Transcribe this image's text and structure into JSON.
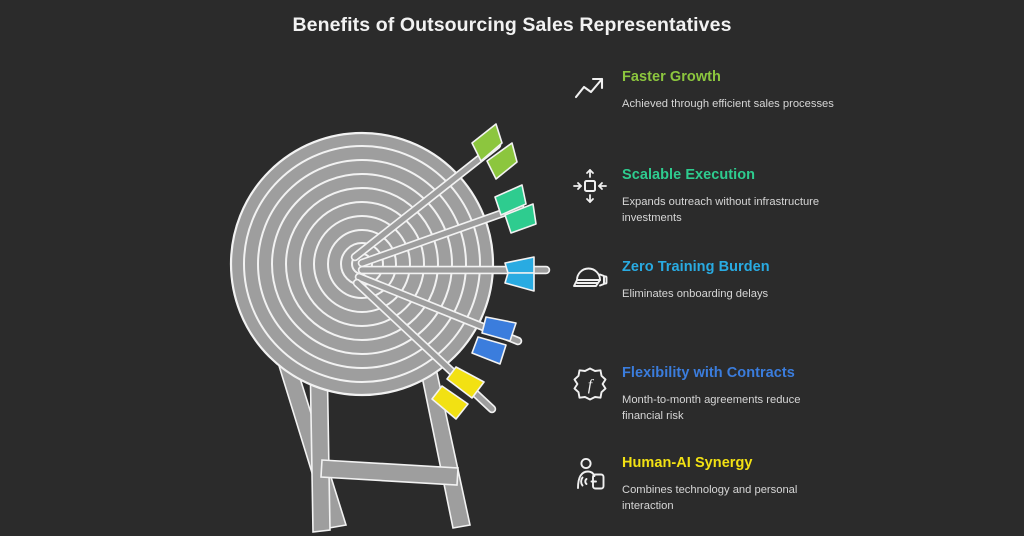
{
  "page": {
    "title": "Benefits of Outsourcing Sales Representatives",
    "background_color": "#2b2b2b",
    "title_color": "#f2f2f2"
  },
  "illustration": {
    "name": "archery-target-with-arrows",
    "target_ring_color": "#9e9e9e",
    "target_line_color": "#f5f5f5",
    "stand_color": "#9e9e9e",
    "arrows": [
      {
        "name": "arrow-lime",
        "color": "#8cc63e"
      },
      {
        "name": "arrow-green",
        "color": "#2ecc8f"
      },
      {
        "name": "arrow-cyan",
        "color": "#29abe2"
      },
      {
        "name": "arrow-blue",
        "color": "#3b7ddd"
      },
      {
        "name": "arrow-yellow",
        "color": "#f2e113"
      }
    ]
  },
  "benefits": [
    {
      "icon": "trending-up-icon",
      "title": "Faster Growth",
      "color": "#8cc63e",
      "description": "Achieved through efficient sales processes"
    },
    {
      "icon": "scale-inward-arrows-icon",
      "title": "Scalable Execution",
      "color": "#2ecc8f",
      "description": "Expands outreach without infrastructure investments"
    },
    {
      "icon": "vr-headset-icon",
      "title": "Zero Training Burden",
      "color": "#29abe2",
      "description": "Eliminates onboarding delays"
    },
    {
      "icon": "scalloped-badge-f-icon",
      "title": "Flexibility with Contracts",
      "color": "#3b7ddd",
      "description": "Month-to-month agreements reduce financial risk"
    },
    {
      "icon": "person-tapping-device-icon",
      "title": "Human-AI Synergy",
      "color": "#f2e113",
      "description": "Combines technology and personal interaction"
    }
  ]
}
